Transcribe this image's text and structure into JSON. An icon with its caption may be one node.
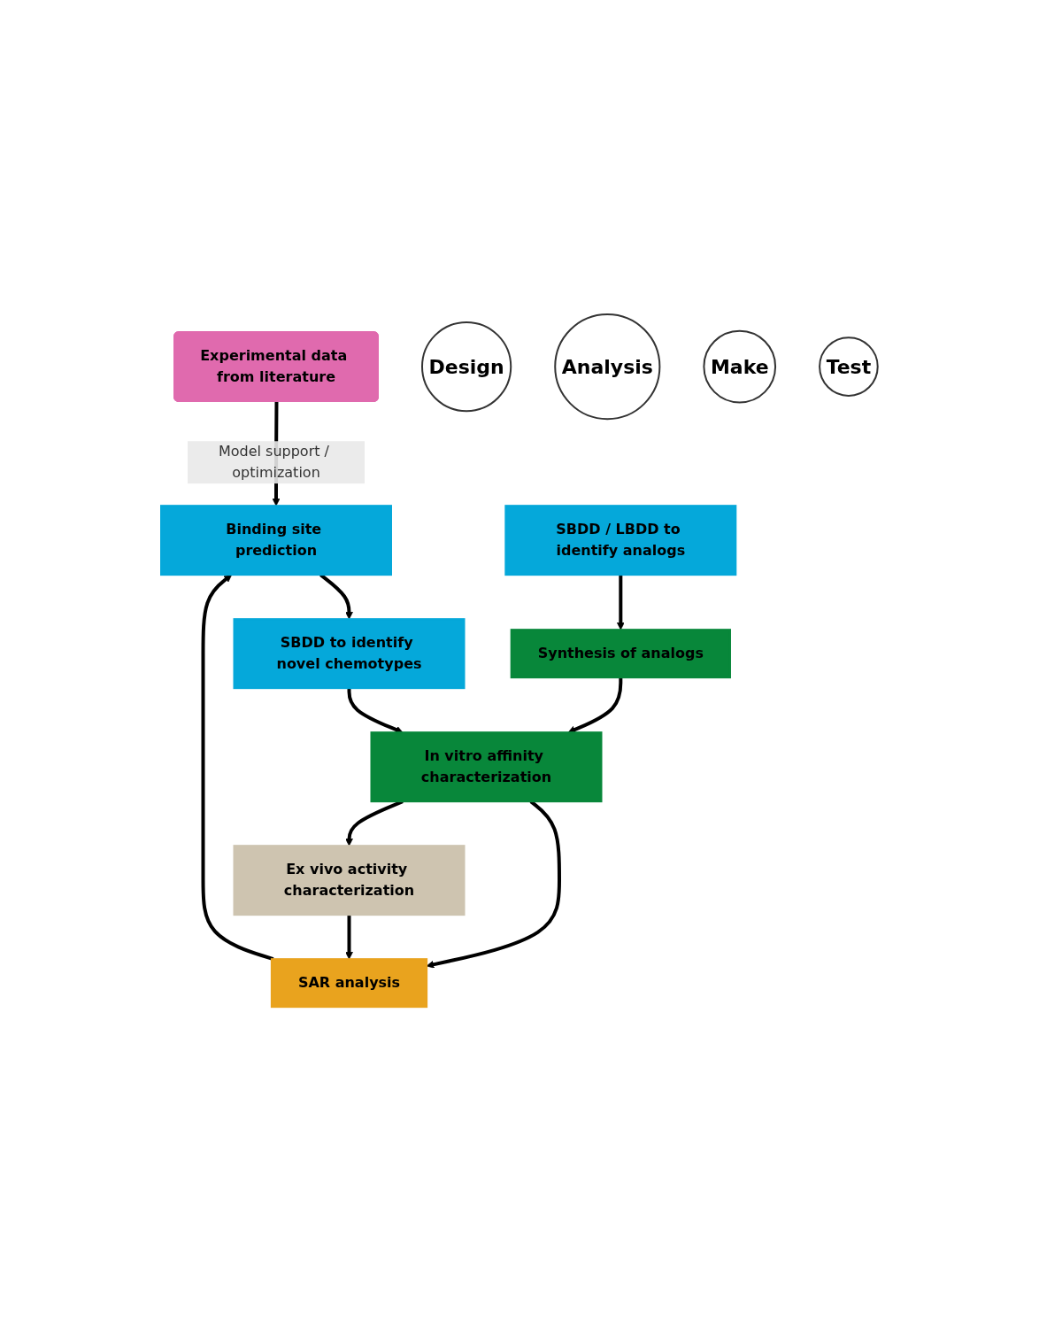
{
  "diagram": {
    "nodes": [
      {
        "text": [
          "Experimental data from literature"
        ]
      },
      {
        "text": [
          "Binding site prediction"
        ]
      },
      {
        "text": [
          "SBDD to identify novel chemotypes"
        ]
      },
      {
        "text": [
          "SBDD / LBDD to identify analogs"
        ]
      },
      {
        "text": [
          "SAR analysis"
        ]
      },
      {
        "text": [
          "Synthesis of analogs"
        ]
      },
      {
        "text": [
          "In vitro affinity characterization"
        ]
      },
      {
        "text": [
          "Ex vivo activity characterization"
        ]
      },
      {
        "text": [
          "Design"
        ]
      },
      {
        "text": [
          "Analysis"
        ]
      },
      {
        "text": [
          "Make"
        ]
      },
      {
        "text": [
          "Test"
        ]
      }
    ],
    "edges": [
      {
        "from": 0,
        "to": 1,
        "arrow": "to",
        "label": "Model support / optimization"
      },
      {
        "from": 1,
        "to": 2,
        "arrow": "to"
      },
      {
        "from": 2,
        "to": 6,
        "arrow": "to"
      },
      {
        "from": 3,
        "to": 5,
        "arrow": "to"
      },
      {
        "from": 5,
        "to": 6,
        "arrow": "to"
      },
      {
        "from": 6,
        "to": 4,
        "arrow": "to"
      },
      {
        "from": 6,
        "to": 7,
        "arrow": "to"
      },
      {
        "from": 7,
        "to": 4,
        "arrow": "to"
      },
      {
        "from": 4,
        "to": 1,
        "arrow": "to"
      }
    ]
  }
}
